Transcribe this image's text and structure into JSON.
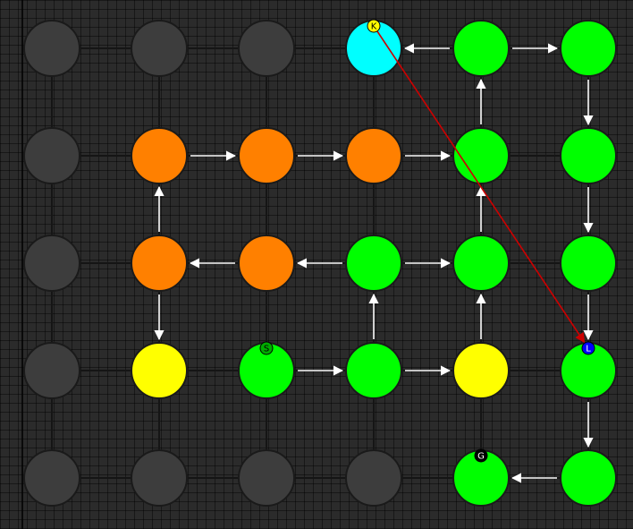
{
  "colors": {
    "background": "#2b2b2b",
    "gray": "#3d3d3d",
    "orange": "#ff8000",
    "green": "#00ff00",
    "yellow": "#ffff00",
    "cyan": "#00ffff",
    "edge": "#ffffff",
    "path": "#cc0000"
  },
  "grid": {
    "rows": 5,
    "cols": 6,
    "cells": [
      [
        "gray",
        "gray",
        "gray",
        "cyan",
        "green",
        "green"
      ],
      [
        "gray",
        "orange",
        "orange",
        "orange",
        "green",
        "green"
      ],
      [
        "gray",
        "orange",
        "orange",
        "green",
        "green",
        "green"
      ],
      [
        "gray",
        "yellow",
        "green",
        "green",
        "yellow",
        "green"
      ],
      [
        "gray",
        "gray",
        "gray",
        "gray",
        "green",
        "green"
      ]
    ]
  },
  "edges": [
    {
      "from": [
        0,
        4
      ],
      "to": [
        0,
        3
      ]
    },
    {
      "from": [
        0,
        4
      ],
      "to": [
        0,
        5
      ]
    },
    {
      "from": [
        0,
        5
      ],
      "to": [
        1,
        5
      ]
    },
    {
      "from": [
        1,
        4
      ],
      "to": [
        0,
        4
      ]
    },
    {
      "from": [
        1,
        1
      ],
      "to": [
        1,
        2
      ]
    },
    {
      "from": [
        1,
        2
      ],
      "to": [
        1,
        3
      ]
    },
    {
      "from": [
        1,
        3
      ],
      "to": [
        1,
        4
      ]
    },
    {
      "from": [
        1,
        5
      ],
      "to": [
        2,
        5
      ]
    },
    {
      "from": [
        2,
        1
      ],
      "to": [
        1,
        1
      ]
    },
    {
      "from": [
        2,
        2
      ],
      "to": [
        2,
        1
      ]
    },
    {
      "from": [
        2,
        3
      ],
      "to": [
        2,
        2
      ]
    },
    {
      "from": [
        2,
        3
      ],
      "to": [
        2,
        4
      ]
    },
    {
      "from": [
        2,
        4
      ],
      "to": [
        1,
        4
      ]
    },
    {
      "from": [
        2,
        1
      ],
      "to": [
        3,
        1
      ]
    },
    {
      "from": [
        3,
        3
      ],
      "to": [
        2,
        3
      ]
    },
    {
      "from": [
        3,
        4
      ],
      "to": [
        2,
        4
      ]
    },
    {
      "from": [
        2,
        5
      ],
      "to": [
        3,
        5
      ]
    },
    {
      "from": [
        3,
        2
      ],
      "to": [
        3,
        3
      ]
    },
    {
      "from": [
        3,
        3
      ],
      "to": [
        3,
        4
      ]
    },
    {
      "from": [
        3,
        5
      ],
      "to": [
        4,
        5
      ]
    },
    {
      "from": [
        4,
        5
      ],
      "to": [
        4,
        4
      ]
    }
  ],
  "markers": [
    {
      "cell": [
        0,
        3
      ],
      "label": "K",
      "fill": "#ffff00",
      "text": "#000000"
    },
    {
      "cell": [
        3,
        2
      ],
      "label": "S",
      "fill": "#00aa00",
      "text": "#000000"
    },
    {
      "cell": [
        3,
        5
      ],
      "label": "L",
      "fill": "#0000ff",
      "text": "#ffffff"
    },
    {
      "cell": [
        4,
        4
      ],
      "label": "G",
      "fill": "#000000",
      "text": "#ffffff"
    }
  ],
  "path_arrow": {
    "from": "K",
    "to": "L"
  }
}
